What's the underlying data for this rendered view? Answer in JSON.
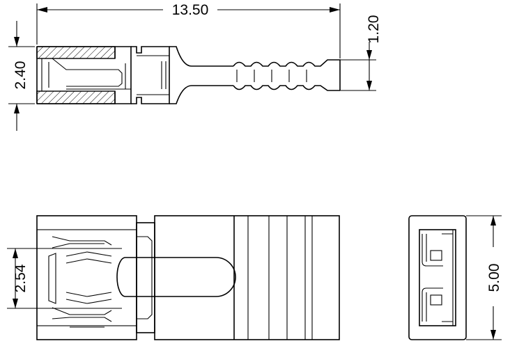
{
  "drawing": {
    "dimensions": {
      "overall_length": "13.50",
      "tip_height": "1.20",
      "body_height": "2.40",
      "pitch": "2.54",
      "width": "5.00"
    },
    "colors": {
      "line": "#000000",
      "background": "#ffffff"
    }
  }
}
